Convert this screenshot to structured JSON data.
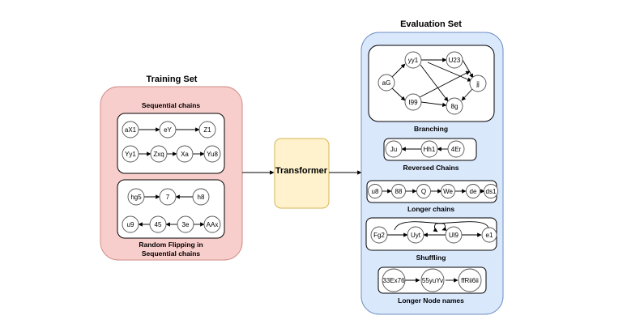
{
  "training": {
    "title": "Training Set",
    "seq_label": "Sequential chains",
    "seq_chain1": [
      "aX1",
      "eY",
      "Z1"
    ],
    "seq_chain2": [
      "Yy1",
      "Zxq",
      "Xa",
      "Yu8"
    ],
    "flip_chain1": [
      "hg5",
      "7",
      "h8"
    ],
    "flip_chain2": [
      "u9",
      "45",
      "3e",
      "AAx"
    ],
    "flip_label_line1": "Random Flipping in",
    "flip_label_line2": "Sequential chains"
  },
  "model": {
    "label": "Transformer"
  },
  "evaluation": {
    "title": "Evaluation Set",
    "branching": {
      "label": "Branching",
      "nodes": [
        "aG",
        "yy1",
        "U23",
        "jj",
        "I99",
        "8g"
      ]
    },
    "reversed": {
      "label": "Reversed Chains",
      "nodes": [
        "Ju",
        "Hh1",
        "4Er"
      ]
    },
    "longer": {
      "label": "Longer chains",
      "nodes": [
        "u8",
        "88",
        "Q",
        "We",
        "de",
        "ds1"
      ]
    },
    "shuffling": {
      "label": "Shuffling",
      "nodes": [
        "Fg2",
        "Uyt",
        "Ul9",
        "e1"
      ]
    },
    "long_names": {
      "label": "Longer Node names",
      "nodes": [
        "33Ex76",
        "55yuYv",
        "ffRii6ii"
      ]
    }
  },
  "colors": {
    "training_fill": "#f8cecc",
    "training_stroke": "#d08a86",
    "transformer_fill": "#fff2cc",
    "transformer_stroke": "#d6b656",
    "evaluation_fill": "#dae8fc",
    "evaluation_stroke": "#6c8ebf"
  }
}
